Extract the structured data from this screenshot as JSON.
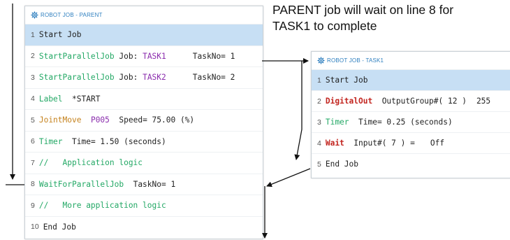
{
  "annotation": {
    "line1": "PARENT job will wait on line 8 for",
    "line2": "TASK1 to complete"
  },
  "parent": {
    "header": "ROBOT JOB - PARENT",
    "lines": {
      "l1": {
        "num": "1",
        "text": "Start Job"
      },
      "l2": {
        "num": "2",
        "cmd": "StartParallelJob",
        "a": "Job:",
        "job": "TASK1",
        "tn": "TaskNo= 1"
      },
      "l3": {
        "num": "3",
        "cmd": "StartParallelJob",
        "a": "Job:",
        "job": "TASK2",
        "tn": "TaskNo= 2"
      },
      "l4": {
        "num": "4",
        "cmd": "Label",
        "arg": "*START"
      },
      "l5": {
        "num": "5",
        "cmd": "JointMove",
        "pt": "P005",
        "arg": "Speed= 75.00 (%)"
      },
      "l6": {
        "num": "6",
        "cmd": "Timer",
        "arg": "Time= 1.50 (seconds)"
      },
      "l7": {
        "num": "7",
        "text": "//   Application logic"
      },
      "l8": {
        "num": "8",
        "cmd": "WaitForParallelJob",
        "arg": "TaskNo= 1"
      },
      "l9": {
        "num": "9",
        "text": "//   More application logic"
      },
      "l10": {
        "num": "10",
        "text": "End Job"
      }
    }
  },
  "task1": {
    "header": "ROBOT JOB - TASK1",
    "lines": {
      "l1": {
        "num": "1",
        "text": "Start Job"
      },
      "l2": {
        "num": "2",
        "cmd": "DigitalOut",
        "arg": "OutputGroup#( 12 )",
        "val": "255"
      },
      "l3": {
        "num": "3",
        "cmd": "Timer",
        "arg": "Time= 0.25 (seconds)"
      },
      "l4": {
        "num": "4",
        "cmd": "Wait",
        "arg": "Input#( 7 ) =",
        "val": "Off"
      },
      "l5": {
        "num": "5",
        "text": "End Job"
      }
    }
  },
  "colors": {
    "accent": "#2e7fbf",
    "selected_row": "#c7dff4",
    "keyword_green": "#23a865",
    "keyword_purple": "#8a2cad",
    "keyword_red": "#c2251f",
    "keyword_orange": "#c5821d"
  },
  "icons": {
    "header": "gear-icon"
  }
}
